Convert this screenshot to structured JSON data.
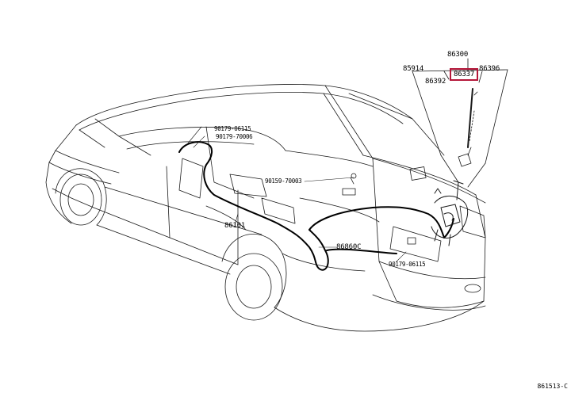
{
  "diagram": {
    "figure_id": "861513-C",
    "highlight_color": "#b5173a",
    "callouts": {
      "c86300": "86300",
      "c85914": "85914",
      "c86396": "86396",
      "c86337": "86337",
      "c86392": "86392",
      "c90179_06115_a": "90179-06115",
      "c90179_70006": "90179-70006",
      "c90159_70003": "90159-70003",
      "c86101": "86101",
      "c86860c": "86860C",
      "c90179_06115_b": "90179-06115"
    },
    "highlighted_part": "86337"
  }
}
